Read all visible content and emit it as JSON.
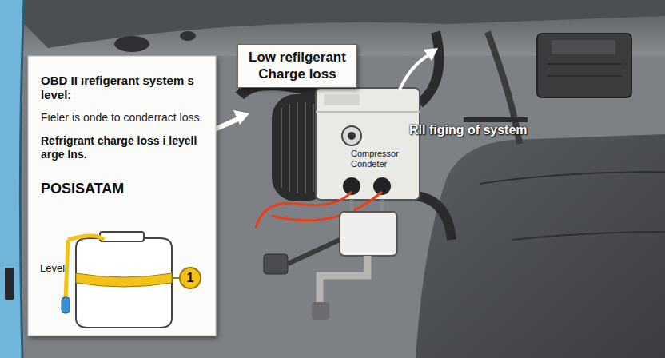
{
  "diagram": {
    "nodes": [
      {
        "text": [
          "Low refilgerant Charge loss"
        ]
      },
      {
        "text": [
          "OBD II ırefigerant system s level:",
          "Fieler is onde to conderract loss.",
          "Refrigrant charge loss i leyell arge Ins.",
          "POSISATAM"
        ]
      },
      {
        "text": [
          "Compressor Condeter"
        ]
      }
    ],
    "labels": [
      "Rll figing of system",
      "Level",
      "1"
    ]
  }
}
